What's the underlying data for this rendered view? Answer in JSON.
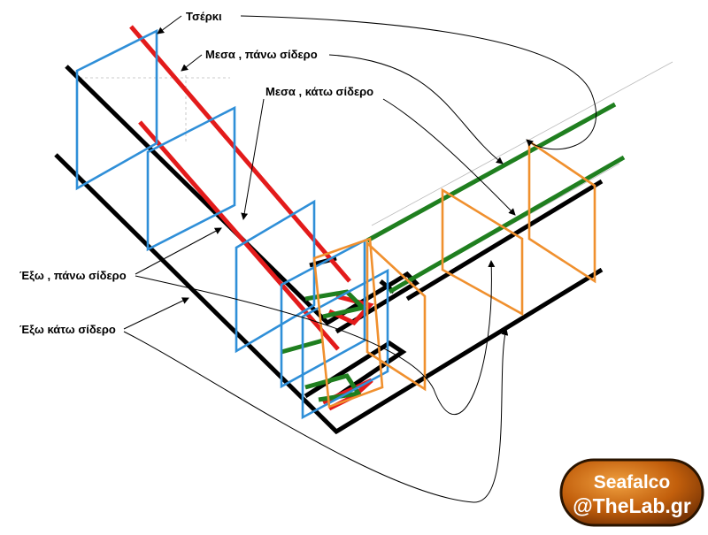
{
  "labels": {
    "stirrup": "Τσέρκι",
    "inner_top_bar": "Μεσα , πάνω σίδερο",
    "inner_bottom_bar": "Μεσα , κάτω σίδερο",
    "outer_top_bar": "Έξω , πάνω σίδερο",
    "outer_bottom_bar": "Έξω κάτω σίδερο"
  },
  "logo": {
    "line1": "Seafalco",
    "line2_at": "@",
    "line2_brand": "TheLab",
    "line2_tld": ".gr"
  },
  "colors": {
    "outer_bars": "#000000",
    "inner_bars_left": "#e31b1b",
    "inner_bars_right": "#1f7f1f",
    "stirrups_left": "#2f8fd8",
    "stirrups_right": "#f0902e",
    "logo_fill": "#c25f0c",
    "logo_border": "#2a1400"
  }
}
